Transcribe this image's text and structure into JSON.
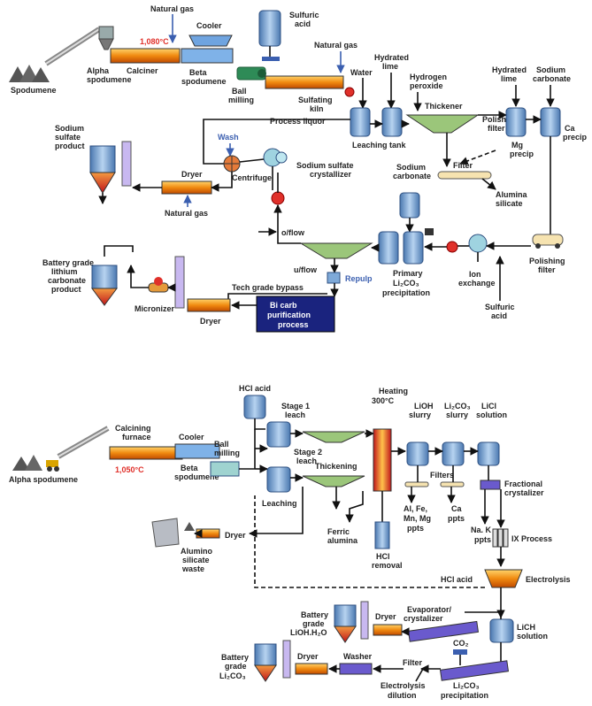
{
  "top": {
    "spodumene": "Spodumene",
    "alpha_spodumene": [
      "Alpha",
      "spodumene"
    ],
    "natural_gas_1": "Natural gas",
    "temp": "1,080°C",
    "calciner": "Calciner",
    "cooler": "Cooler",
    "beta_spodumene": [
      "Beta",
      "spodumene"
    ],
    "ball_milling": [
      "Ball",
      "milling"
    ],
    "sulfuric_acid_1": [
      "Sulfuric",
      "acid"
    ],
    "natural_gas_2": "Natural gas",
    "sulfating_kiln": [
      "Sulfating",
      "kiln"
    ],
    "water": "Water",
    "hydrated_lime_1": [
      "Hydrated",
      "lime"
    ],
    "hydrogen_peroxide": [
      "Hydrogen",
      "peroxide"
    ],
    "hydrated_lime_2": [
      "Hydrated",
      "lime"
    ],
    "sodium_carbonate_1": [
      "Sodium",
      "carbonate"
    ],
    "process_liquor": "Process liquor",
    "thickener": "Thickener",
    "leaching_tank": "Leaching tank",
    "polishing_filter_1": [
      "Polishing",
      "filter"
    ],
    "mg_precip": [
      "Mg",
      "precip"
    ],
    "ca_precip": [
      "Ca",
      "precip"
    ],
    "wash": "Wash",
    "sodium_sulfate_product": [
      "Sodium",
      "sulfate",
      "product"
    ],
    "centrifuge": "Centrifuge",
    "sodium_sulfate_crystallizer": [
      "Sodium sulfate",
      "crystallizer"
    ],
    "filter": "Filter",
    "dryer_1": "Dryer",
    "natural_gas_3": "Natural gas",
    "sodium_carbonate_2": [
      "Sodium",
      "carbonate"
    ],
    "alumina_silicate": [
      "Alumina",
      "silicate"
    ],
    "oflow": "o/flow",
    "uflow": "u/flow",
    "repulp": "Repulp",
    "battery_grade_product": [
      "Battery grade",
      "lithium",
      "carbonate",
      "product"
    ],
    "tech_grade_bypass": "Tech grade bypass",
    "primary_precip": [
      "Primary",
      "Li₂CO₃",
      "precipitation"
    ],
    "ion_exchange": [
      "Ion",
      "exchange"
    ],
    "polishing_filter_2": [
      "Polishing",
      "filter"
    ],
    "micronizer": "Micronizer",
    "dryer_2": "Dryer",
    "bicarb": [
      "Bi carb",
      "purification",
      "process"
    ],
    "sulfuric_acid_2": [
      "Sulfuric",
      "acid"
    ]
  },
  "bottom": {
    "hcl_acid_1": "HCl acid",
    "heating": [
      "Heating",
      "300°C"
    ],
    "lioh_slurry": [
      "LiOH",
      "slurry"
    ],
    "li2co3_slurry": [
      "Li₂CO₃",
      "slurry"
    ],
    "licl_solution": [
      "LiCl",
      "solution"
    ],
    "stage1_leach": [
      "Stage 1",
      "leach"
    ],
    "calcining_furnace": [
      "Calcining",
      "furnace"
    ],
    "cooler": "Cooler",
    "ball_milling": [
      "Ball",
      "milling"
    ],
    "stage2_leach": [
      "Stage 2",
      "leach"
    ],
    "thickening": "Thickening",
    "filters": "Filters",
    "fractional_crystalizer": [
      "Fractional",
      "crystalizer"
    ],
    "alpha_spodumene": "Alpha spodumene",
    "temp": "1,050°C",
    "beta_spodumene": [
      "Beta",
      "spodumene"
    ],
    "leaching": "Leaching",
    "al_ppts": [
      "Al, Fe,",
      "Mn, Mg",
      "ppts"
    ],
    "ca_ppts": [
      "Ca",
      "ppts"
    ],
    "na_k_ppts": [
      "Na. K",
      "ppts"
    ],
    "ix_process": "IX Process",
    "alumino_silicate_waste": [
      "Alumino",
      "silicate",
      "waste"
    ],
    "dryer_1": "Dryer",
    "ferric_alumina": [
      "Ferric",
      "alumina"
    ],
    "hcl_removal": [
      "HCl",
      "removal"
    ],
    "hcl_acid_2": "HCl acid",
    "electrolysis": "Electrolysis",
    "battery_grade_lioh": [
      "Battery",
      "grade",
      "LiOH.H₂O"
    ],
    "dryer_2": "Dryer",
    "evaporator": [
      "Evaporator/",
      "crystalizer"
    ],
    "lich_solution": [
      "LiCH",
      "solution"
    ],
    "co2": "CO₂",
    "battery_grade_li2co3": [
      "Battery",
      "grade",
      "Li₂CO₃"
    ],
    "dryer_3": "Dryer",
    "washer": "Washer",
    "filter": "Filter",
    "electrolysis_dilution": [
      "Electrolysis",
      "dilution"
    ],
    "li2co3_precip": [
      "Li₂CO₃",
      "precipitation"
    ]
  },
  "colors": {
    "tank": "#7ea9d8",
    "tank_dark": "#4a78b0",
    "orange": "#f0a020",
    "red": "#e0302a",
    "navy": "#1a237e",
    "purple": "#6a5acd"
  }
}
